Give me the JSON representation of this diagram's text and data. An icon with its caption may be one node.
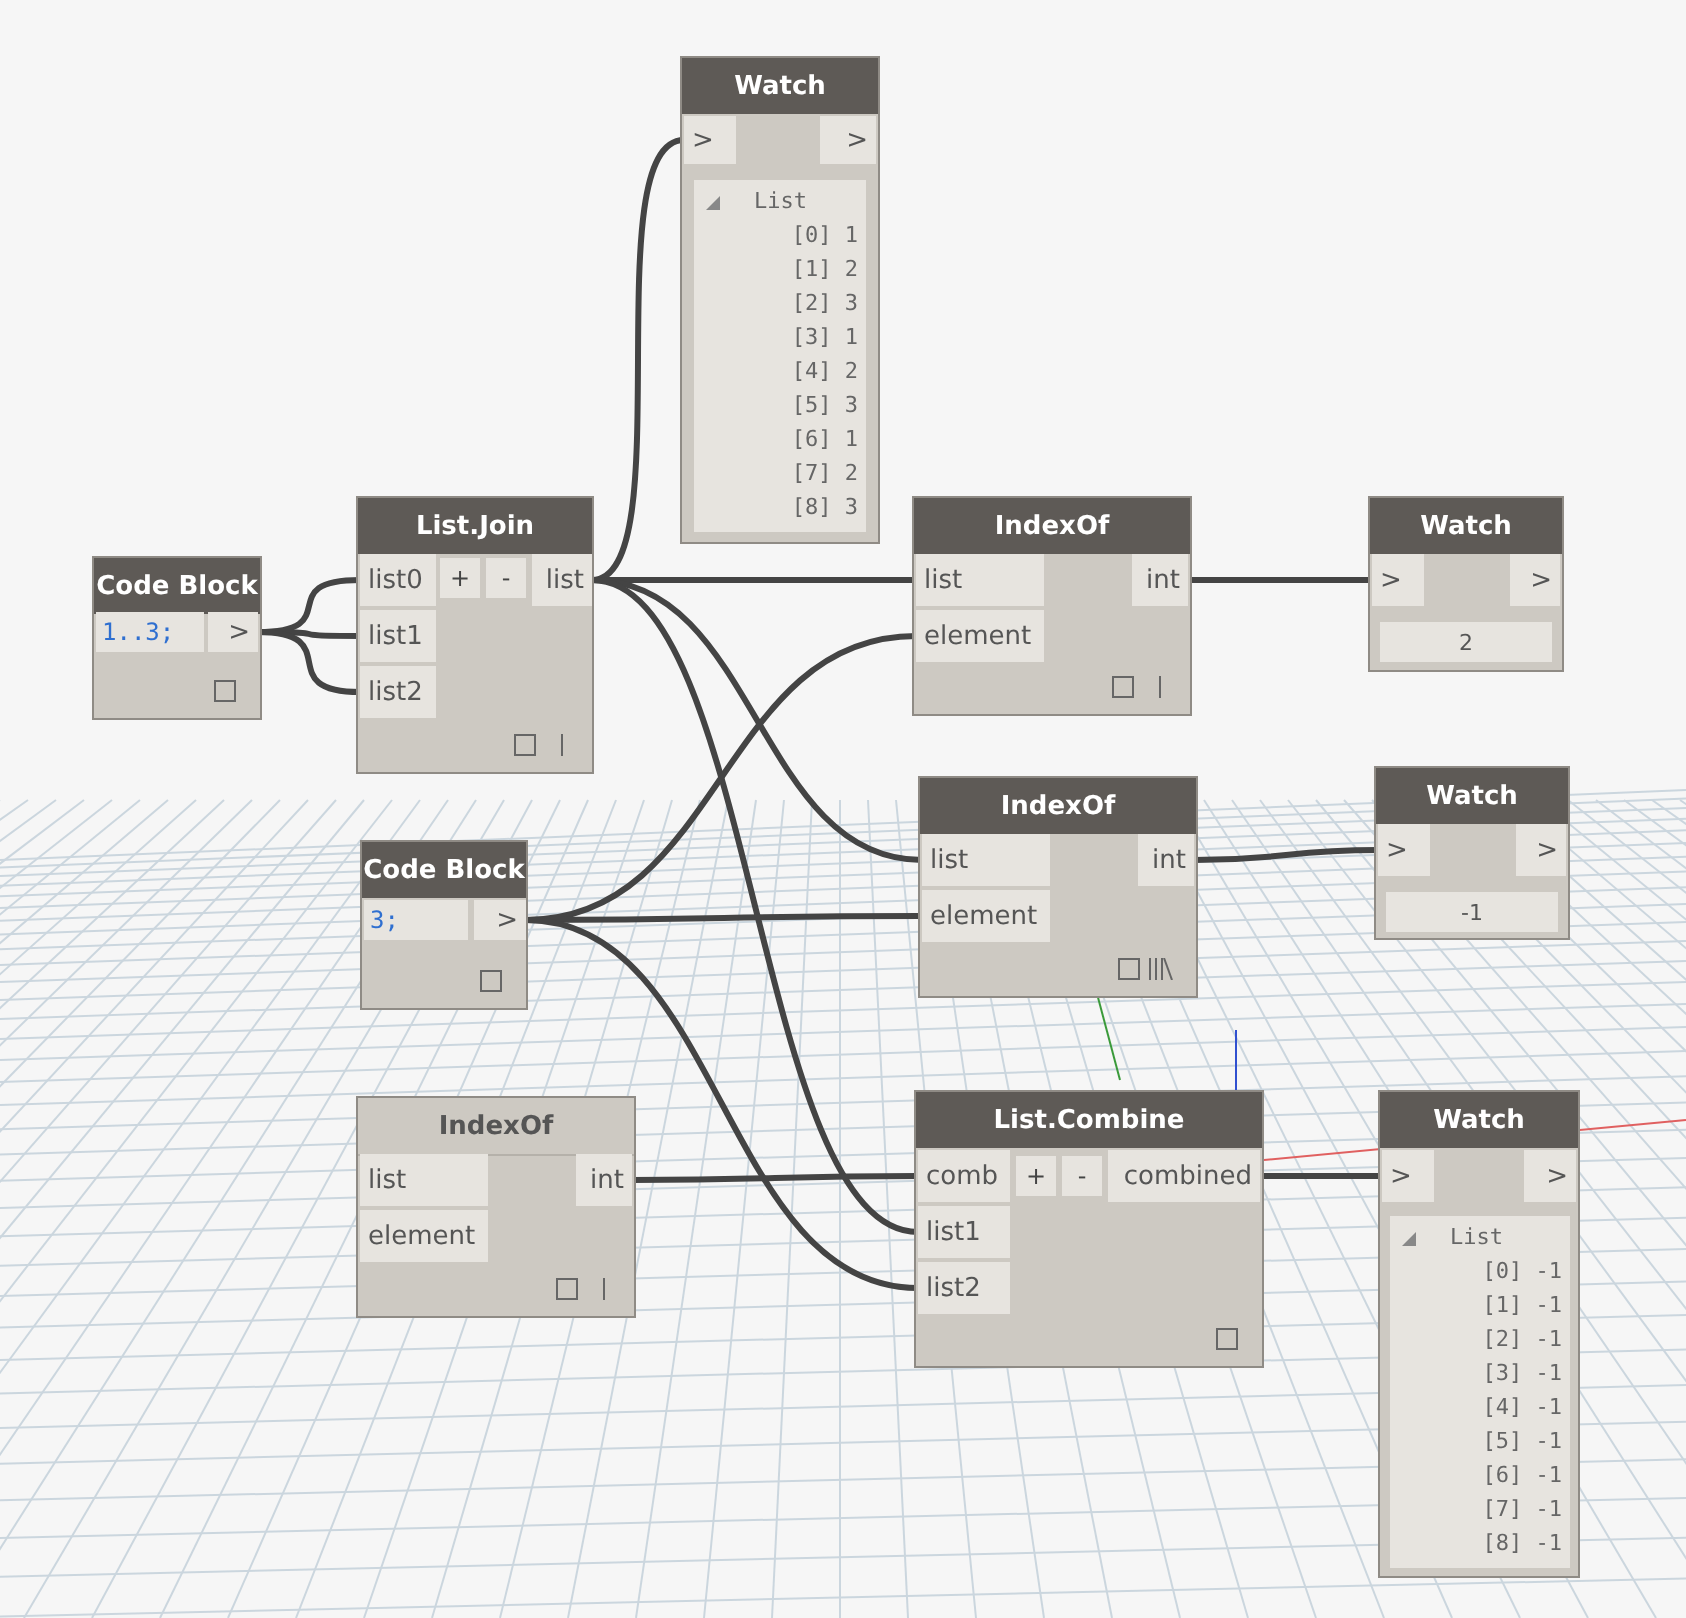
{
  "diagram": {
    "nodes": [
      {
        "text": [
          "Watch"
        ]
      },
      {
        "text": [
          ">"
        ],
        "in": 0
      },
      {
        "text": [
          ">"
        ],
        "in": 0
      },
      {
        "text": [
          "List",
          "[0] 1",
          "[1] 2",
          "[2] 3",
          "[3] 1",
          "[4] 2",
          "[5] 3",
          "[6] 1",
          "[7] 2",
          "[8] 3"
        ],
        "in": 0
      },
      {
        "text": [
          "Code Block"
        ]
      },
      {
        "text": [
          "1..3;"
        ],
        "in": 4
      },
      {
        "text": [
          ">"
        ],
        "in": 4
      },
      {
        "text": [
          "List.Join"
        ]
      },
      {
        "text": [
          "list0"
        ],
        "in": 7
      },
      {
        "text": [
          "+"
        ],
        "in": 7
      },
      {
        "text": [
          "-"
        ],
        "in": 7
      },
      {
        "text": [
          "list"
        ],
        "in": 7
      },
      {
        "text": [
          "list1"
        ],
        "in": 7
      },
      {
        "text": [
          "list2"
        ],
        "in": 7
      },
      {
        "text": [
          "IndexOf"
        ]
      },
      {
        "text": [
          "list"
        ],
        "in": 14
      },
      {
        "text": [
          "int"
        ],
        "in": 14
      },
      {
        "text": [
          "element"
        ],
        "in": 14
      },
      {
        "text": [
          "Watch"
        ]
      },
      {
        "text": [
          ">"
        ],
        "in": 18
      },
      {
        "text": [
          ">"
        ],
        "in": 18
      },
      {
        "text": [
          "2"
        ],
        "in": 18
      },
      {
        "text": [
          "Code Block"
        ]
      },
      {
        "text": [
          "3;"
        ],
        "in": 22
      },
      {
        "text": [
          ">"
        ],
        "in": 22
      },
      {
        "text": [
          "IndexOf"
        ]
      },
      {
        "text": [
          "list"
        ],
        "in": 25
      },
      {
        "text": [
          "int"
        ],
        "in": 25
      },
      {
        "text": [
          "element"
        ],
        "in": 25
      },
      {
        "text": [
          "Watch"
        ]
      },
      {
        "text": [
          ">"
        ],
        "in": 29
      },
      {
        "text": [
          ">"
        ],
        "in": 29
      },
      {
        "text": [
          "-1"
        ],
        "in": 29
      },
      {
        "text": [
          "IndexOf"
        ]
      },
      {
        "text": [
          "list"
        ],
        "in": 33
      },
      {
        "text": [
          "int"
        ],
        "in": 33
      },
      {
        "text": [
          "element"
        ],
        "in": 33
      },
      {
        "text": [
          "List.Combine"
        ]
      },
      {
        "text": [
          "comb"
        ],
        "in": 37
      },
      {
        "text": [
          "+"
        ],
        "in": 37
      },
      {
        "text": [
          "-"
        ],
        "in": 37
      },
      {
        "text": [
          "combined"
        ],
        "in": 37
      },
      {
        "text": [
          "list1"
        ],
        "in": 37
      },
      {
        "text": [
          "list2"
        ],
        "in": 37
      },
      {
        "text": [
          "Watch"
        ]
      },
      {
        "text": [
          ">"
        ],
        "in": 44
      },
      {
        "text": [
          ">"
        ],
        "in": 44
      },
      {
        "text": [
          "List",
          "[0] -1",
          "[1] -1",
          "[2] -1",
          "[3] -1",
          "[4] -1",
          "[5] -1",
          "[6] -1",
          "[7] -1",
          "[8] -1"
        ],
        "in": 44
      }
    ],
    "edges": [
      {
        "from": 6,
        "to": 8,
        "arrow": "none"
      },
      {
        "from": 6,
        "to": 12,
        "arrow": "none"
      },
      {
        "from": 6,
        "to": 13,
        "arrow": "none"
      },
      {
        "from": 11,
        "to": 1,
        "arrow": "none"
      },
      {
        "from": 11,
        "to": 15,
        "arrow": "none"
      },
      {
        "from": 11,
        "to": 26,
        "arrow": "none"
      },
      {
        "from": 11,
        "to": 42,
        "arrow": "none"
      },
      {
        "from": 24,
        "to": 17,
        "arrow": "none"
      },
      {
        "from": 24,
        "to": 28,
        "arrow": "none"
      },
      {
        "from": 24,
        "to": 43,
        "arrow": "none"
      },
      {
        "from": 16,
        "to": 19,
        "arrow": "none"
      },
      {
        "from": 27,
        "to": 30,
        "arrow": "none"
      },
      {
        "from": 35,
        "to": 38,
        "arrow": "none"
      },
      {
        "from": 41,
        "to": 45,
        "arrow": "none"
      }
    ]
  }
}
